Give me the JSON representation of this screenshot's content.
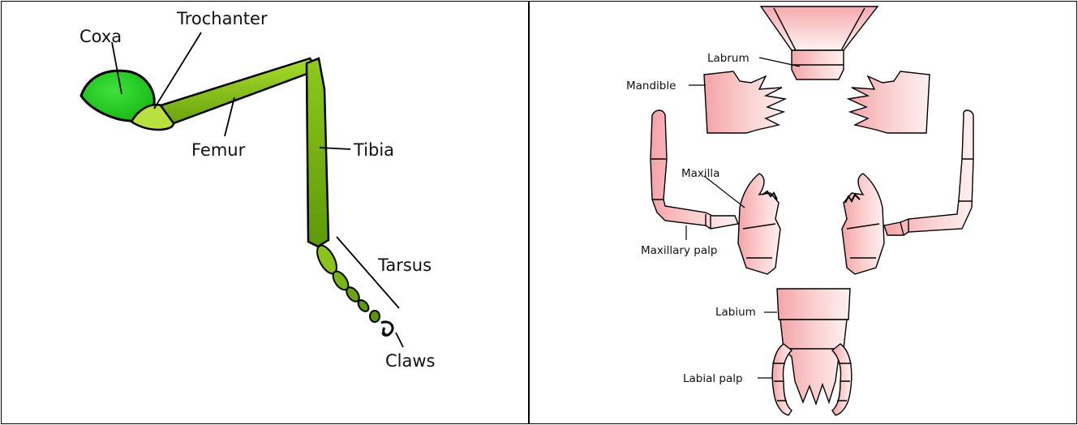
{
  "colors": {
    "leg_light": "#c8e85a",
    "leg_mid": "#8cc21a",
    "leg_dark": "#4f8a06",
    "coxa": "#1fcf1a",
    "mouth_fill": "#f8b8b8",
    "mouth_light": "#ffecec",
    "outline": "#000000"
  },
  "leg_diagram": {
    "labels": {
      "coxa": "Coxa",
      "trochanter": "Trochanter",
      "femur": "Femur",
      "tibia": "Tibia",
      "tarsus": "Tarsus",
      "claws": "Claws"
    }
  },
  "mouthparts_diagram": {
    "labels": {
      "labrum": "Labrum",
      "mandible": "Mandible",
      "maxilla": "Maxilla",
      "maxillary_palp": "Maxillary palp",
      "labium": "Labium",
      "labial_palp": "Labial palp"
    }
  }
}
